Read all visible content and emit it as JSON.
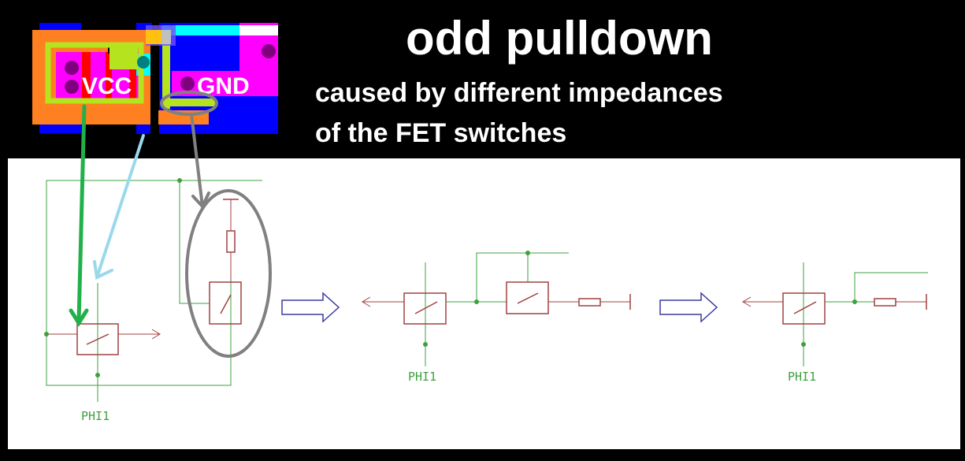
{
  "title": "odd pulldown",
  "subtitle_lines": [
    "caused by different impedances",
    "of the FET switches"
  ],
  "layout": {
    "vcc_label": "VCC",
    "gnd_label": "GND"
  },
  "schematics": [
    {
      "signal_label": "PHI1"
    },
    {
      "signal_label": "PHI1"
    },
    {
      "signal_label": "PHI1"
    }
  ],
  "colors": {
    "wire": "#3fa03f",
    "component": "#a04040",
    "arrow_outline": "#3a3aa0",
    "vcc_arrow": "#22b04a",
    "gate_arrow": "#99d9ea",
    "highlight": "#808080"
  }
}
